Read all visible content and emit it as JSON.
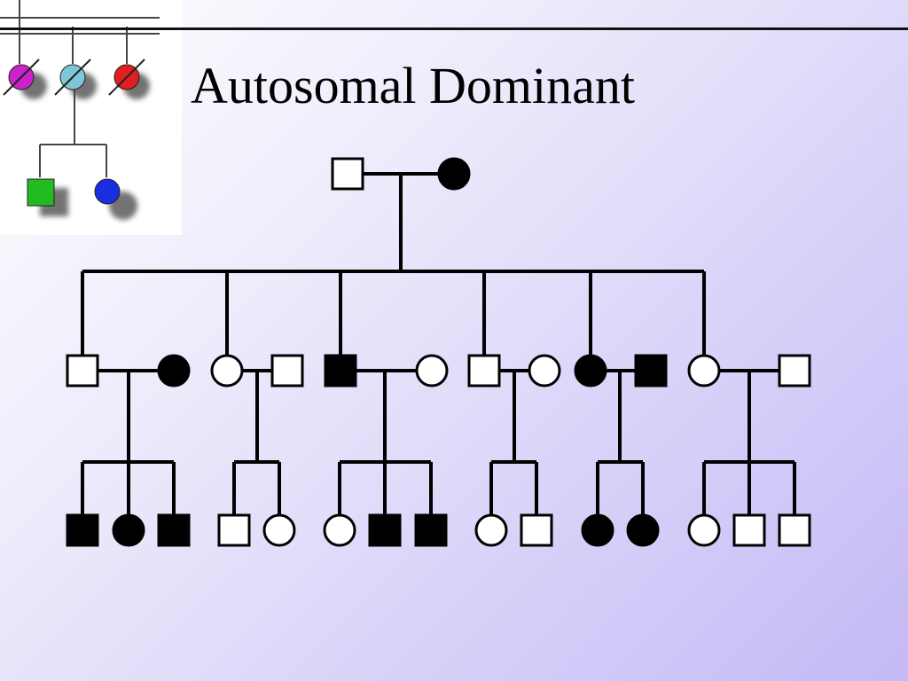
{
  "title": "Autosomal Dominant",
  "colors": {
    "affected_fill": "#000000",
    "unaffected_fill": "#ffffff",
    "line": "#000000",
    "logo_magenta": "#cc22cc",
    "logo_cyan": "#7fc6d8",
    "logo_red": "#e02020",
    "logo_green": "#22bb22",
    "logo_blue": "#1a2ee0"
  },
  "pedigree": {
    "generation_1": [
      {
        "sex": "male",
        "affected": false
      },
      {
        "sex": "female",
        "affected": true
      }
    ],
    "generation_2_couples": [
      {
        "left": {
          "sex": "male",
          "affected": false
        },
        "right": {
          "sex": "female",
          "affected": true
        }
      },
      {
        "left": {
          "sex": "female",
          "affected": false
        },
        "right": {
          "sex": "male",
          "affected": false
        }
      },
      {
        "left": {
          "sex": "male",
          "affected": true
        },
        "right": {
          "sex": "female",
          "affected": false
        }
      },
      {
        "left": {
          "sex": "male",
          "affected": false
        },
        "right": {
          "sex": "female",
          "affected": false
        }
      },
      {
        "left": {
          "sex": "female",
          "affected": true
        },
        "right": {
          "sex": "male",
          "affected": true
        }
      },
      {
        "left": {
          "sex": "female",
          "affected": false
        },
        "right": {
          "sex": "male",
          "affected": false
        }
      }
    ],
    "generation_3_sibships": [
      [
        {
          "sex": "male",
          "affected": true
        },
        {
          "sex": "female",
          "affected": true
        },
        {
          "sex": "male",
          "affected": true
        }
      ],
      [
        {
          "sex": "male",
          "affected": false
        },
        {
          "sex": "female",
          "affected": false
        }
      ],
      [
        {
          "sex": "female",
          "affected": false
        },
        {
          "sex": "male",
          "affected": true
        },
        {
          "sex": "male",
          "affected": true
        }
      ],
      [
        {
          "sex": "female",
          "affected": false
        },
        {
          "sex": "male",
          "affected": false
        }
      ],
      [
        {
          "sex": "female",
          "affected": true
        },
        {
          "sex": "female",
          "affected": true
        }
      ],
      [
        {
          "sex": "female",
          "affected": false
        },
        {
          "sex": "male",
          "affected": false
        },
        {
          "sex": "male",
          "affected": false
        }
      ]
    ]
  }
}
